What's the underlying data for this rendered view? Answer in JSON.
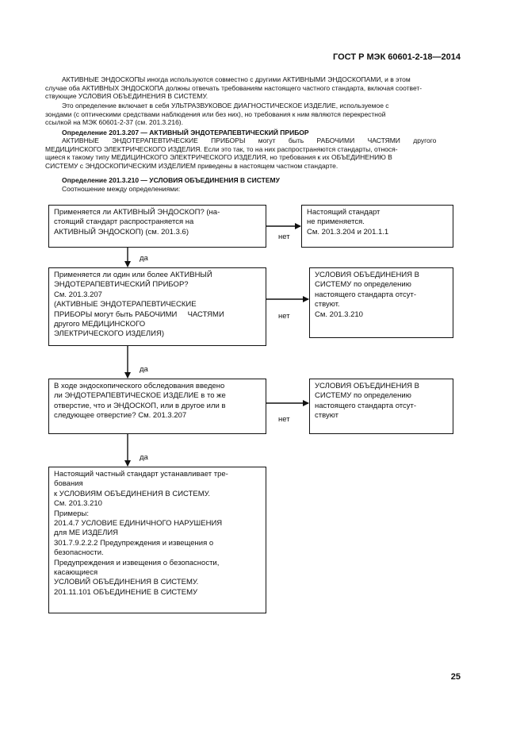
{
  "header": "ГОСТ Р МЭК 60601-2-18—2014",
  "paragraphs": {
    "p1": [
      "АКТИВНЫЕ ЭНДОСКОПЫ иногда используются совместно с другими АКТИВНЫМИ ЭНДОСКОПАМИ, и в этом",
      "случае оба АКТИВНЫХ ЭНДОСКОПА должны отвечать требованиям настоящего частного стандарта, включая соответ-",
      "ствующие УСЛОВИЯ ОБЪЕДИНЕНИЯ В СИСТЕМУ."
    ],
    "p2": [
      "Это определение включает в себя УЛЬТРАЗВУКОВОЕ ДИАГНОСТИЧЕСКОЕ ИЗДЕЛИЕ, используемое с",
      "зондами (с оптическими средствами наблюдения или без них), но требования к ним являются перекрестной",
      "ссылкой на МЭК 60601-2-37 (см. 201.3.216)."
    ],
    "p3": "Определение 201.3.207 — АКТИВНЫЙ ЭНДОТЕРАПЕВТИЧЕСКИЙ ПРИБОР",
    "p4": [
      "АКТИВНЫЕ ЭНДОТЕРАПЕВТИЧЕСКИЕ ПРИБОРЫ могут быть РАБОЧИМИ ЧАСТЯМИ другого",
      "МЕДИЦИНСКОГО ЭЛЕКТРИЧЕСКОГО ИЗДЕЛИЯ. Если это так, то на них распространяются стандарты, относя-",
      "щиеся к такому типу МЕДИЦИНСКОГО ЭЛЕКТРИЧЕСКОГО ИЗДЕЛИЯ, но требования к их ОБЪЕДИНЕНИЮ В",
      "СИСТЕМУ с ЭНДОСКОПИЧЕСКИМ ИЗДЕЛИЕМ приведены в настоящем частном стандарте."
    ],
    "p5": "Определение 201.3.210 — УСЛОВИЯ ОБЪЕДИНЕНИЯ В СИСТЕМУ",
    "p6": "Соотношение между определениями:"
  },
  "flow": {
    "q1": [
      "Применяется ли АКТИВНЫЙ ЭНДОСКОП? (на-",
      "стоящий стандарт распространяется на",
      "АКТИВНЫЙ ЭНДОСКОП) (см. 201.3.6)"
    ],
    "q2": [
      "Применяется ли один или более АКТИВНЫЙ",
      "ЭНДОТЕРАПЕВТИЧЕСКИЙ ПРИБОР?",
      "См. 201.3.207",
      "(АКТИВНЫЕ ЭНДОТЕРАПЕВТИЧЕСКИЕ",
      "ПРИБОРЫ могут быть РАБОЧИМИ     ЧАСТЯМИ",
      "другого МЕДИЦИНСКОГО",
      "ЭЛЕКТРИЧЕСКОГО ИЗДЕЛИЯ)"
    ],
    "q3": [
      "В ходе эндоскопического обследования введено",
      "ли ЭНДОТЕРАПЕВТИЧЕСКОЕ ИЗДЕЛИЕ в то же",
      "отверстие, что и ЭНДОСКОП, или в другое или в",
      "следующее отверстие? См. 201.3.207"
    ],
    "final": [
      "Настоящий частный стандарт устанавливает тре-",
      "бования",
      "к УСЛОВИЯМ ОБЪЕДИНЕНИЯ В СИСТЕМУ.",
      "См. 201.3.210",
      "Примеры:",
      "201.4.7 УСЛОВИЕ ЕДИНИЧНОГО НАРУШЕНИЯ",
      "для МЕ ИЗДЕЛИЯ",
      "301.7.9.2.2.2 Предупреждения и извещения о",
      "безопасности.",
      "Предупреждения и извещения о безопасности,",
      "касающиеся",
      "УСЛОВИЙ ОБЪЕДИНЕНИЯ В СИСТЕМУ.",
      "201.11.101 ОБЪЕДИНЕНИЕ В СИСТЕМУ"
    ],
    "r1": [
      "Настоящий стандарт",
      "не применяется.",
      "См. 201.3.204 и 201.1.1"
    ],
    "r2": [
      "УСЛОВИЯ ОБЪЕДИНЕНИЯ В",
      "СИСТЕМУ по определению",
      "настоящего стандарта отсут-",
      "ствуют.",
      "См. 201.3.210"
    ],
    "r3": [
      "УСЛОВИЯ ОБЪЕДИНЕНИЯ В",
      "СИСТЕМУ по определению",
      "настоящего стандарта отсут-",
      "ствуют"
    ],
    "yes": "да",
    "no": "нет"
  },
  "page_number": "25"
}
